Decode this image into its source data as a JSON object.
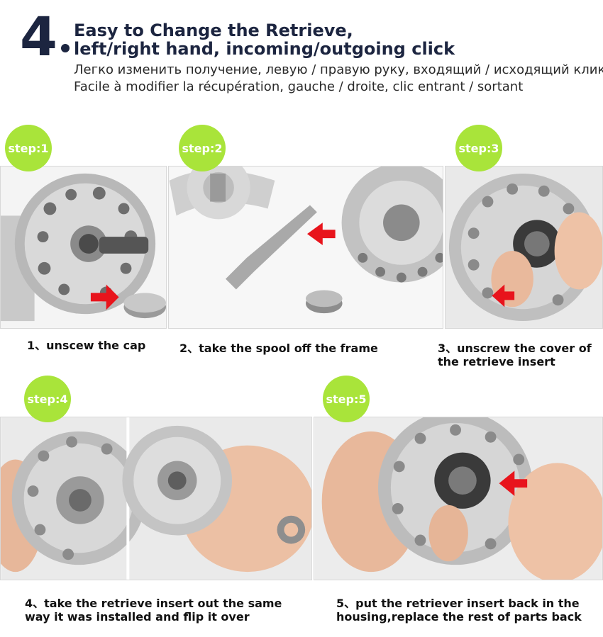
{
  "header": {
    "number": "4",
    "title_line1": "Easy to Change the Retrieve,",
    "title_line2": "left/right hand, incoming/outgoing click",
    "subtitle_ru": "Легко изменить получение, левую / правую руку, входящий / исходящий клик",
    "subtitle_fr": "Facile à modifier la récupération, gauche / droite, clic entrant / sortant"
  },
  "steps": [
    {
      "badge": "step:1",
      "caption": "1、unscew the cap"
    },
    {
      "badge": "step:2",
      "caption": "2、take the spool off the frame"
    },
    {
      "badge": "step:3",
      "caption_line1": "3、unscrew the cover of",
      "caption_line2": "the retrieve insert"
    },
    {
      "badge": "step:4",
      "caption_line1": "4、take the retrieve insert out the same",
      "caption_line2": "way it was installed and flip it over"
    },
    {
      "badge": "step:5",
      "caption_line1": "5、put the retriever insert back in the",
      "caption_line2": "housing,replace the rest of parts back"
    }
  ],
  "colors": {
    "badge": "#a9e43a",
    "arrow": "#e8141c",
    "heading": "#1c2540"
  }
}
